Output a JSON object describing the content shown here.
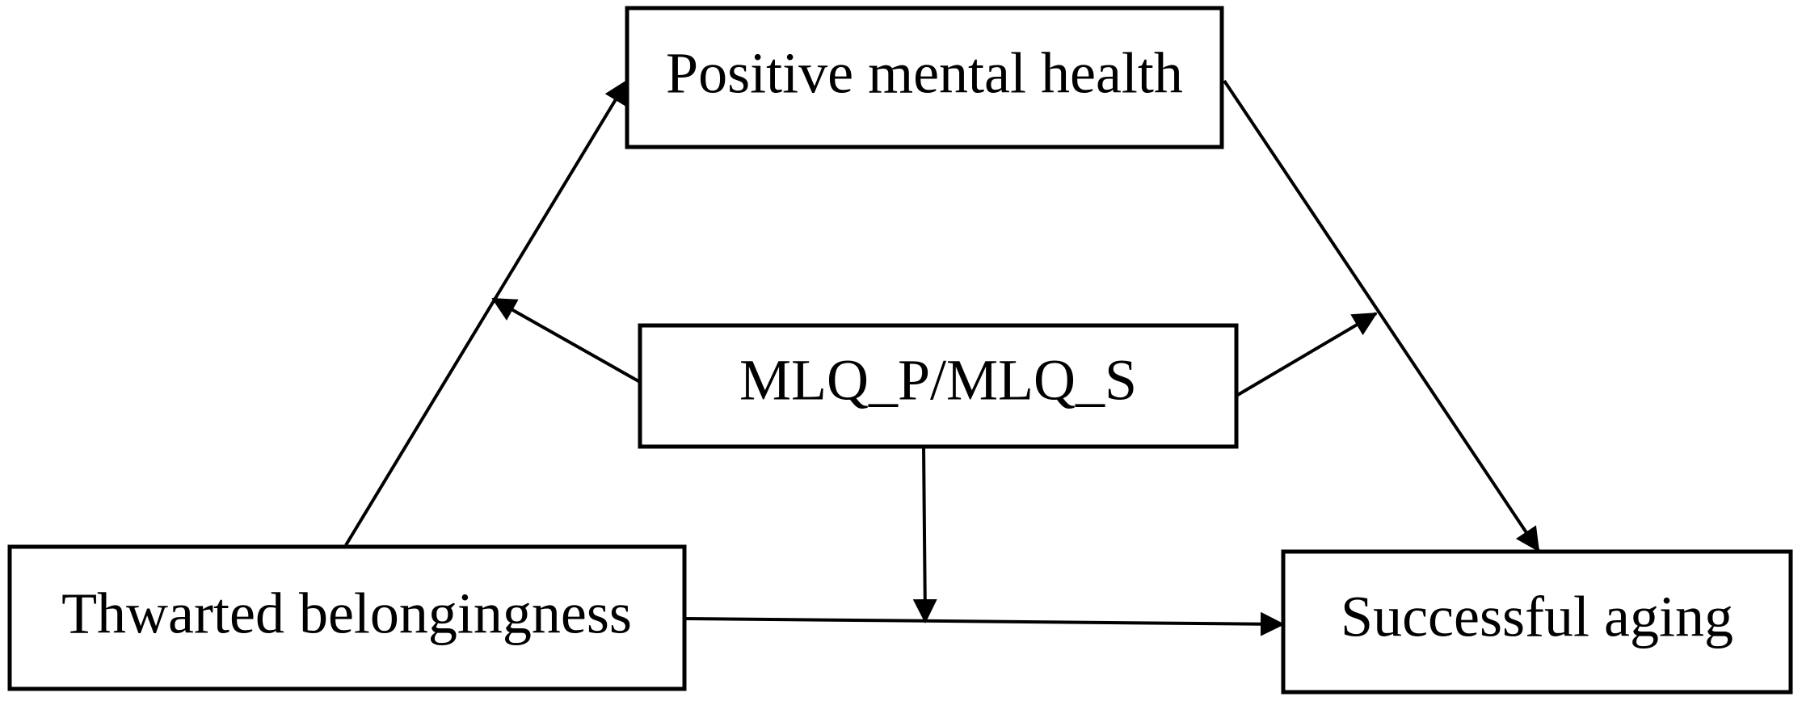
{
  "diagram": {
    "type": "moderated-mediation-model",
    "nodes": {
      "positive_mental_health": {
        "label": "Positive mental health"
      },
      "moderator": {
        "label": "MLQ_P/MLQ_S"
      },
      "thwarted_belongingness": {
        "label": "Thwarted belongingness"
      },
      "successful_aging": {
        "label": "Successful aging"
      }
    },
    "edges": [
      {
        "from": "thwarted_belongingness",
        "to": "positive_mental_health"
      },
      {
        "from": "positive_mental_health",
        "to": "successful_aging"
      },
      {
        "from": "thwarted_belongingness",
        "to": "successful_aging"
      },
      {
        "from": "moderator",
        "to": "path:thwarted_belongingness->positive_mental_health"
      },
      {
        "from": "moderator",
        "to": "path:positive_mental_health->successful_aging"
      },
      {
        "from": "moderator",
        "to": "path:thwarted_belongingness->successful_aging"
      }
    ],
    "colors": {
      "stroke": "#000000",
      "background": "#ffffff"
    }
  }
}
